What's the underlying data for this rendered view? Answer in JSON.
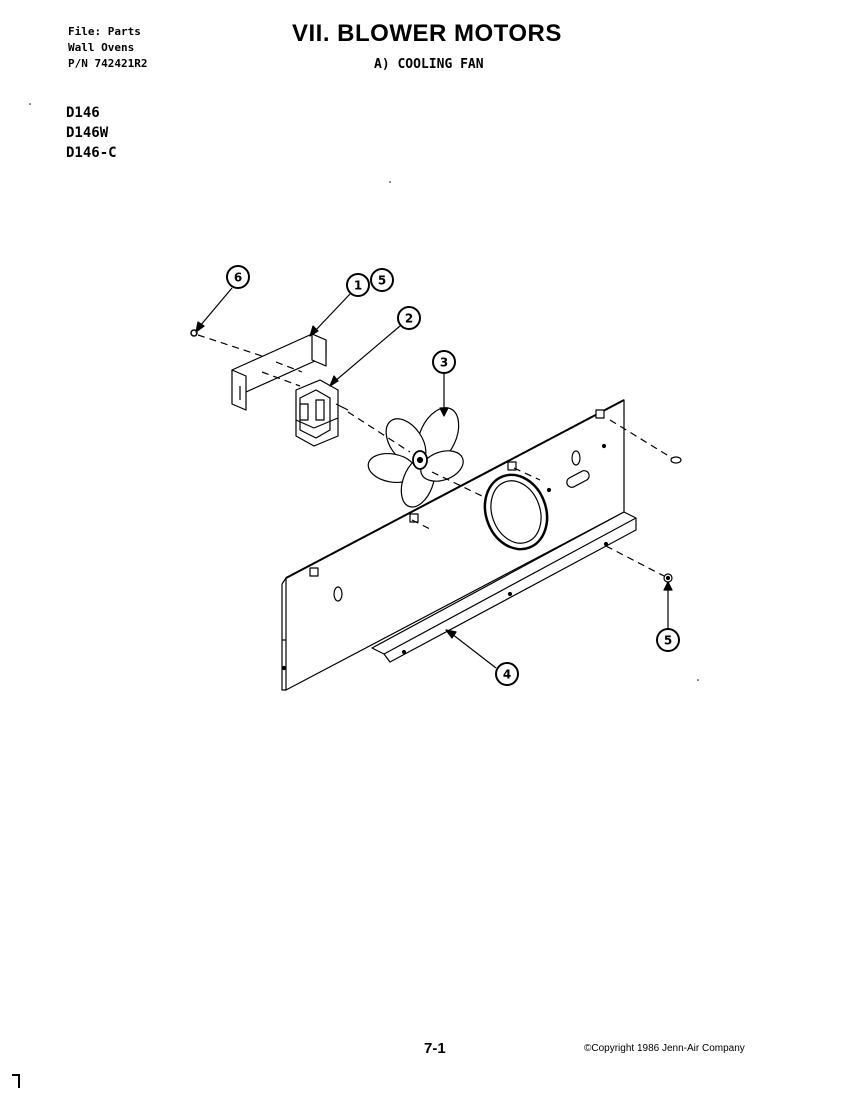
{
  "header": {
    "file": "File: Parts",
    "category": "Wall Ovens",
    "part_number": "P/N 742421R2"
  },
  "models": [
    "D146",
    "D146W",
    "D146-C"
  ],
  "title": "VII. BLOWER MOTORS",
  "subtitle": "A) COOLING FAN",
  "callouts": {
    "c1": "1",
    "c2": "2",
    "c3": "3",
    "c4": "4",
    "c5a": "5",
    "c5b": "5",
    "c6": "6"
  },
  "footer": {
    "page": "7-1",
    "copyright": "©Copyright 1986 Jenn-Air Company"
  }
}
